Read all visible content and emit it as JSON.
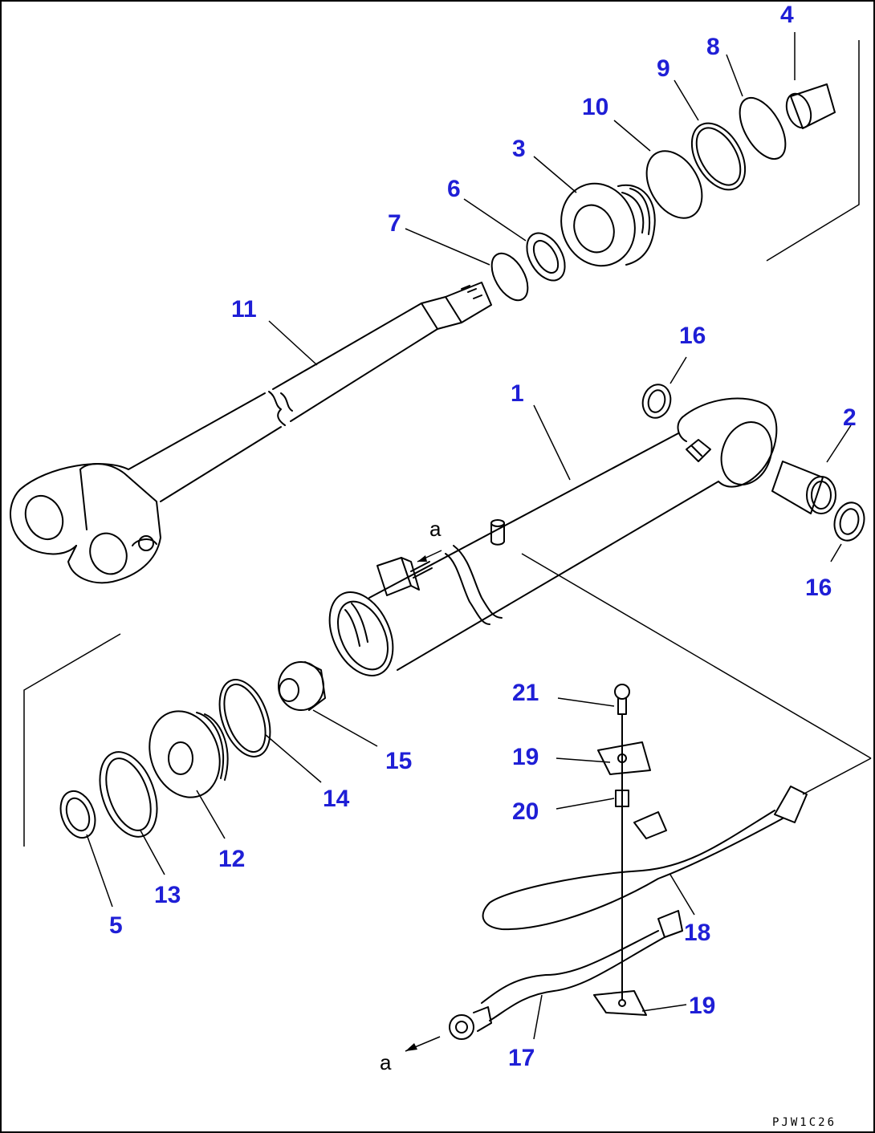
{
  "diagram": {
    "drawing_code": "PJW1C26",
    "arrow_label": "a",
    "callouts": [
      {
        "id": "1",
        "text": "1"
      },
      {
        "id": "2",
        "text": "2"
      },
      {
        "id": "3",
        "text": "3"
      },
      {
        "id": "4",
        "text": "4"
      },
      {
        "id": "5",
        "text": "5"
      },
      {
        "id": "6",
        "text": "6"
      },
      {
        "id": "7",
        "text": "7"
      },
      {
        "id": "8",
        "text": "8"
      },
      {
        "id": "9",
        "text": "9"
      },
      {
        "id": "10",
        "text": "10"
      },
      {
        "id": "11",
        "text": "11"
      },
      {
        "id": "12",
        "text": "12"
      },
      {
        "id": "13",
        "text": "13"
      },
      {
        "id": "14",
        "text": "14"
      },
      {
        "id": "15",
        "text": "15"
      },
      {
        "id": "16a",
        "text": "16"
      },
      {
        "id": "16b",
        "text": "16"
      },
      {
        "id": "17",
        "text": "17"
      },
      {
        "id": "18",
        "text": "18"
      },
      {
        "id": "19a",
        "text": "19"
      },
      {
        "id": "19b",
        "text": "19"
      },
      {
        "id": "20",
        "text": "20"
      },
      {
        "id": "21",
        "text": "21"
      }
    ],
    "colors": {
      "callout": "#1f1fd6",
      "line": "#000000"
    }
  }
}
